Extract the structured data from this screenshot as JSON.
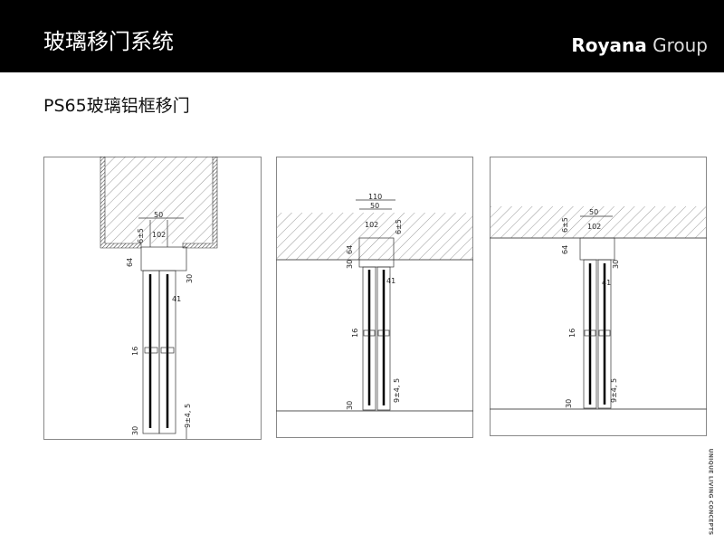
{
  "header": {
    "title": "玻璃移门系统",
    "brand_bold": "Royana",
    "brand_light": " Group"
  },
  "subtitle": "PS65玻璃铝框移门",
  "side_text": "UNIQUE LIVING CONCEPTS",
  "dims": {
    "d50": "50",
    "d102": "102",
    "d110": "110",
    "d65": "6±5",
    "d64": "64",
    "d30a": "30",
    "d41": "41",
    "d16": "16",
    "d9": "9±4, 5",
    "d30b": "30"
  }
}
